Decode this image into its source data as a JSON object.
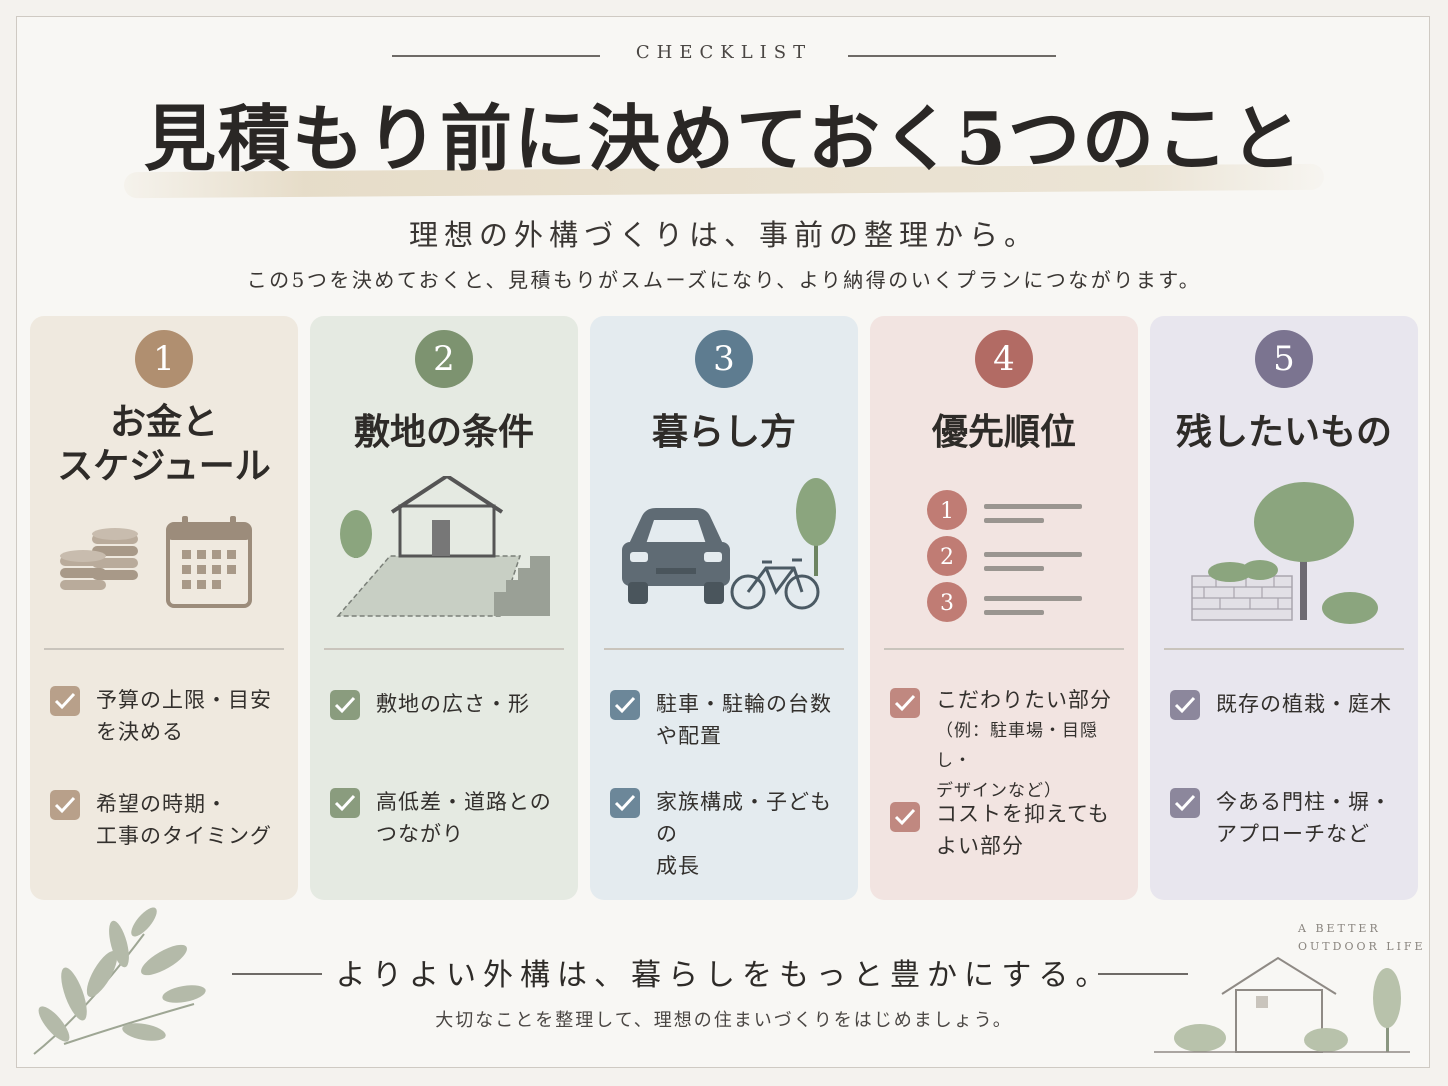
{
  "header": {
    "eyebrow": "CHECKLIST",
    "title": "見積もり前に決めておく5つのこと",
    "subtitle": "理想の外構づくりは、事前の整理から。",
    "lead": "この5つを決めておくと、見積もりがスムーズになり、より納得のいくプランにつながります。"
  },
  "cards": [
    {
      "number": "1",
      "title_lines": [
        "お金と",
        "スケジュール"
      ],
      "items": [
        {
          "lines": [
            "予算の上限・目安",
            "を決める"
          ]
        },
        {
          "lines": [
            "希望の時期・",
            "工事のタイミング"
          ]
        }
      ]
    },
    {
      "number": "2",
      "title_lines": [
        "敷地の条件"
      ],
      "items": [
        {
          "lines": [
            "敷地の広さ・形"
          ]
        },
        {
          "lines": [
            "高低差・道路との",
            "つながり"
          ]
        }
      ]
    },
    {
      "number": "3",
      "title_lines": [
        "暮らし方"
      ],
      "items": [
        {
          "lines": [
            "駐車・駐輪の台数",
            "や配置"
          ]
        },
        {
          "lines": [
            "家族構成・子どもの",
            "成長"
          ]
        }
      ]
    },
    {
      "number": "4",
      "title_lines": [
        "優先順位"
      ],
      "priority_numbers": [
        "1",
        "2",
        "3"
      ],
      "items": [
        {
          "lines": [
            "こだわりたい部分"
          ],
          "note_lines": [
            "（例：駐車場・目隠し・",
            "デザインなど）"
          ]
        },
        {
          "lines": [
            "コストを抑えても",
            "よい部分"
          ]
        }
      ]
    },
    {
      "number": "5",
      "title_lines": [
        "残したいもの"
      ],
      "items": [
        {
          "lines": [
            "既存の植栽・庭木"
          ]
        },
        {
          "lines": [
            "今ある門柱・塀・",
            "アプローチなど"
          ]
        }
      ]
    }
  ],
  "footer": {
    "message": "よりよい外構は、暮らしをもっと豊かにする。",
    "sub": "大切なことを整理して、理想の住まいづくりをはじめましょう。",
    "tagline_lines": [
      "A BETTER",
      "OUTDOOR LIFE"
    ]
  },
  "colors": {
    "card_backgrounds": [
      "#efe9df",
      "#e5eae2",
      "#e4ebef",
      "#f2e4e1",
      "#e8e6ee"
    ],
    "accents": [
      "#b08f70",
      "#7d9370",
      "#5e7c90",
      "#b26b64",
      "#7b7490"
    ],
    "checks": [
      "#b8a08a",
      "#8a9c7e",
      "#6c8799",
      "#c08880",
      "#8c879c"
    ]
  },
  "icons": {
    "card1": [
      "coins-icon",
      "calendar-icon"
    ],
    "card2": [
      "house-on-slope-icon",
      "tree-icon",
      "stairs-icon"
    ],
    "card3": [
      "car-icon",
      "bicycle-icon",
      "tree-icon"
    ],
    "card4": [
      "priority-list-icon"
    ],
    "card5": [
      "tree-icon",
      "stone-wall-icon",
      "shrub-icon"
    ],
    "decor": [
      "leaf-branch-icon",
      "house-outline-icon"
    ]
  }
}
